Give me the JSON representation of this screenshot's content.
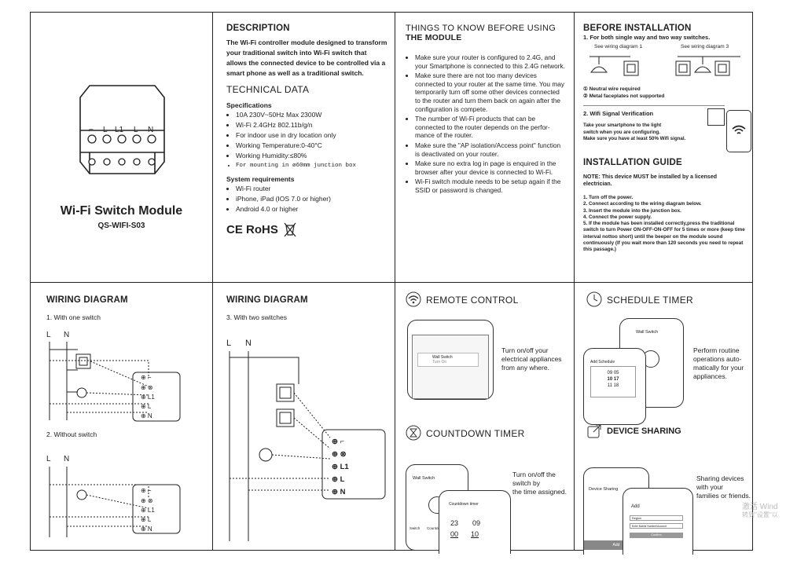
{
  "product": {
    "title": "Wi-Fi Switch Module",
    "model": "QS-WIFI-S03"
  },
  "description": {
    "heading": "DESCRIPTION",
    "text": "The Wi-Fi controller module designed to transform your traditional switch into Wi-Fi switch that allows the connected device to be controlled via a smart phone as well as a traditional switch."
  },
  "technical": {
    "heading": "TECHNICAL DATA",
    "spec_heading": "Specifications",
    "specs": [
      "10A 230V~50Hz Max 2300W",
      "Wi-Fi 2.4GHz 802.11b/g/n",
      "For indoor use in dry location only",
      "Working Temperature:0-40°C",
      "Working Humidity:≤80%",
      "For mounting in ø60mm junction box"
    ],
    "sys_heading": "System requirements",
    "sys": [
      "Wi-Fi router",
      "iPhone, iPad (IOS 7.0 or higher)",
      "Android 4.0 or higher"
    ],
    "marks": "CE RoHS"
  },
  "things": {
    "heading1": "THINGS TO KNOW BEFORE USING",
    "heading2": "THE MODULE",
    "items": [
      "Make sure your router is configured to 2.4G, and your Smartphone is connected to this 2.4G network.",
      "Make sure there are not too many devices connected to your router at the same time. You may temporarily turn off some other devices connected to the router and turn them back on again after the configuration is compete.",
      "The number of Wi-Fi products that can be connected to the router depends on the perfor-mance of the router.",
      "Make sure the \"AP isolation/Access point\" function is deactivated on your router.",
      "Make sure no extra log in page is enquired in the browser after your device is connected to Wi-Fi.",
      "Wi-Fi switch module needs to be setup again if the SSID or password is changed."
    ]
  },
  "before": {
    "heading": "BEFORE INSTALLATION",
    "step1": "1. For both single way and two way switches.",
    "see1": "See wiring diagram 1",
    "see3": "See wiring diagram 3",
    "note1": "Neutral wire required",
    "note2": "Metal faceplates not supported",
    "step2": "2. Wifi Signal Verification",
    "wifi_text": [
      "Take your smartphone to the light",
      "switch when you are configuring.",
      "Make sure you have at least 50% Wifi signal."
    ]
  },
  "guide": {
    "heading": "INSTALLATION GUIDE",
    "note": "NOTE: This device MUST be installed by a licensed electrician.",
    "steps": [
      "1. Turn off the power.",
      "2. Connect according to the wiring diagram below.",
      "3. Insert the module into the junction box.",
      "4. Connect the power supply.",
      "5. If the module has been installed correctly,press the traditional switch to turn Power ON-OFF-ON-OFF for 5 times or more (keep time interval nottoo short) until the beeper on the module sound continuously (If you wait more than 120 seconds you need to repeat this passage.)"
    ]
  },
  "wiring1": {
    "heading": "WIRING DIAGRAM",
    "sub1": "1. With one switch",
    "sub2": "2. Without switch",
    "L": "L",
    "N": "N"
  },
  "wiring3": {
    "heading": "WIRING DIAGRAM",
    "sub": "3. With two switches",
    "L": "L",
    "N": "N"
  },
  "terminals": [
    "L1",
    "L",
    "N"
  ],
  "remote": {
    "heading": "REMOTE CONTROL",
    "text": [
      "Turn on/off your",
      "electrical appliances",
      "from any where."
    ],
    "app_label": "Wall Switch",
    "app_sub": "Turn On"
  },
  "schedule": {
    "heading": "SCHEDULE TIMER",
    "text": [
      "Perform routine",
      "operations auto-",
      "matically for your",
      "appliances."
    ],
    "app_label": "Wall Switch",
    "add": "Add Schedule"
  },
  "countdown": {
    "heading": "COUNTDOWN TIMER",
    "text": [
      "Turn on/off the switch by",
      "the time assigned."
    ],
    "app_label": "Wall Switch",
    "timer_label": "Countdown timer",
    "hours": "23",
    "minutes": "09",
    "h2": "00",
    "m2": "10",
    "tab1": "Switch",
    "tab2": "Countdown"
  },
  "sharing": {
    "heading": "DEVICE SHARING",
    "text": [
      "Sharing devices with your",
      "families or friends."
    ],
    "app_label": "Device Sharing",
    "add": "Add",
    "region": "Region",
    "placeholder": "Enter Mobile Number/Account",
    "confirm": "Confirm",
    "add_btn": "Add"
  },
  "watermark": {
    "line1": "激活 Wind",
    "line2": "转到\"设置\"以"
  }
}
